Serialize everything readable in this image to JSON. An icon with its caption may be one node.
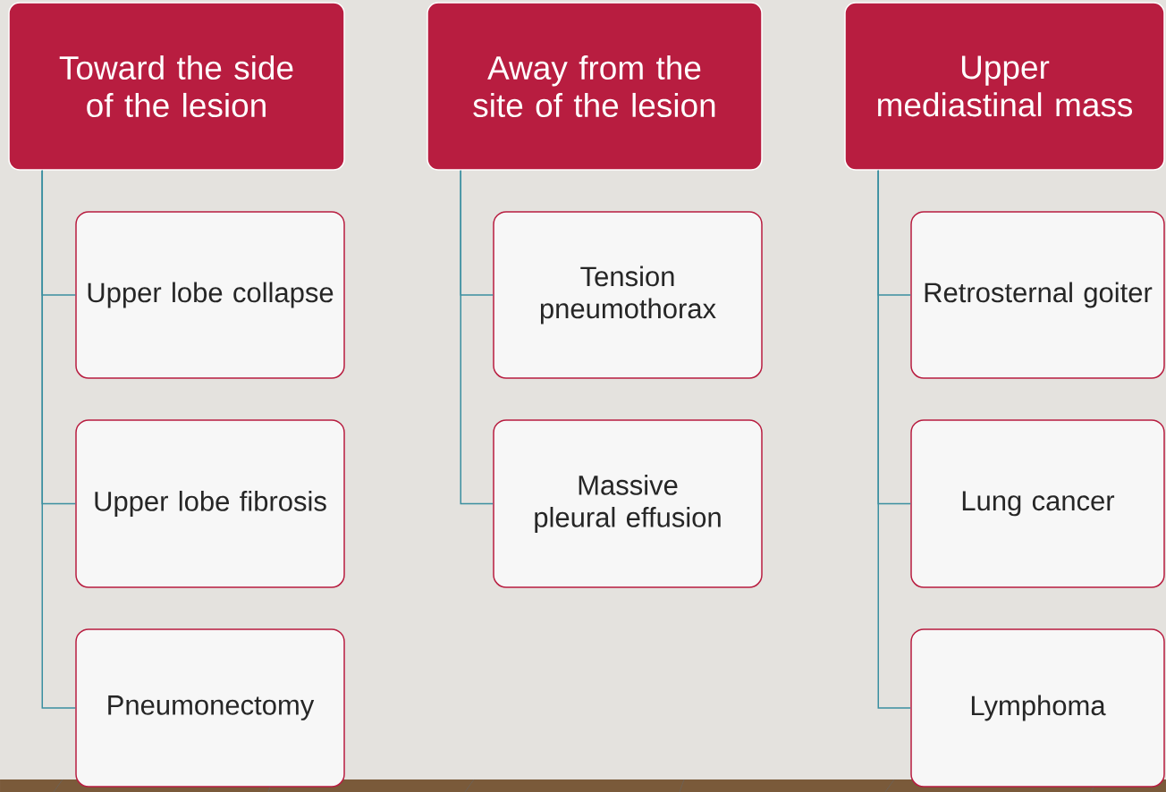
{
  "diagram": {
    "nodes": [
      {
        "text": [
          "Toward the side of the lesion"
        ]
      },
      {
        "text": [
          "Upper lobe collapse"
        ]
      },
      {
        "text": [
          "Upper lobe fibrosis"
        ]
      },
      {
        "text": [
          "Pneumonectomy"
        ]
      },
      {
        "text": [
          "Away from the site of the lesion"
        ]
      },
      {
        "text": [
          "Tension pneumothorax"
        ]
      },
      {
        "text": [
          "Massive pleural effusion"
        ]
      },
      {
        "text": [
          "Upper mediastinal mass"
        ]
      },
      {
        "text": [
          "Retrosternal goiter"
        ]
      },
      {
        "text": [
          "Lung cancer"
        ]
      },
      {
        "text": [
          "Lymphoma"
        ]
      }
    ],
    "edges": [
      {
        "from": 0,
        "to": 1,
        "arrow": "none"
      },
      {
        "from": 0,
        "to": 2,
        "arrow": "none"
      },
      {
        "from": 0,
        "to": 3,
        "arrow": "none"
      },
      {
        "from": 4,
        "to": 5,
        "arrow": "none"
      },
      {
        "from": 4,
        "to": 6,
        "arrow": "none"
      },
      {
        "from": 7,
        "to": 8,
        "arrow": "none"
      },
      {
        "from": 7,
        "to": 9,
        "arrow": "none"
      },
      {
        "from": 7,
        "to": 10,
        "arrow": "none"
      }
    ]
  }
}
